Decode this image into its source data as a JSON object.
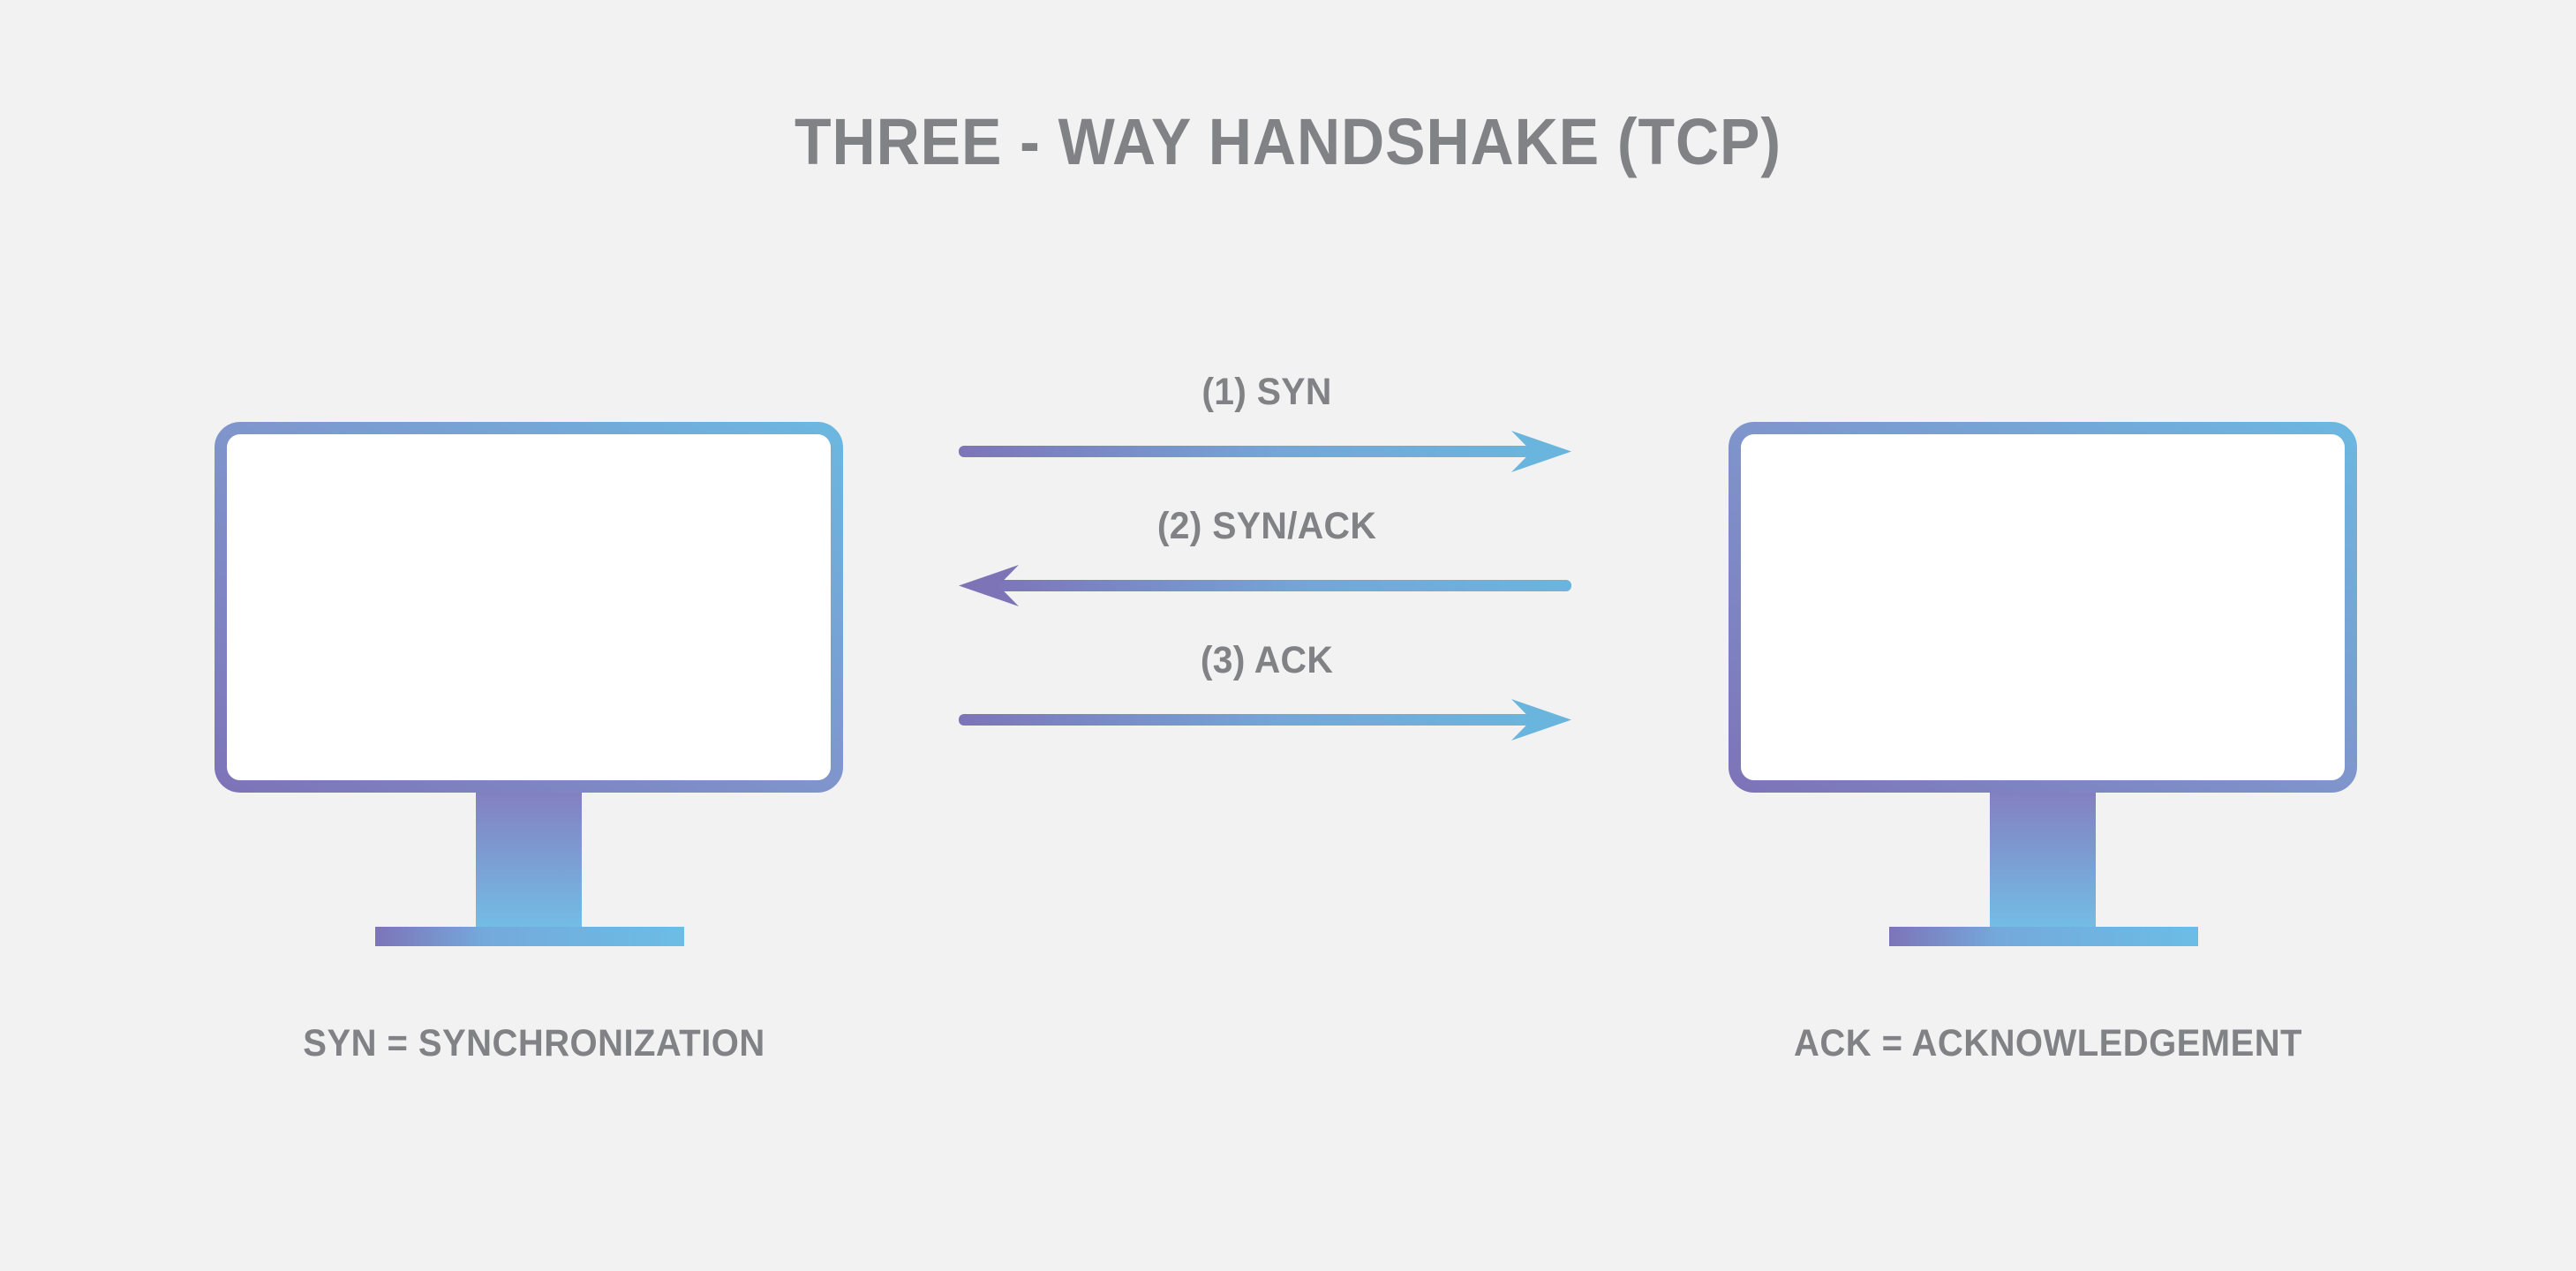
{
  "page": {
    "title": "THREE - WAY HANDSHAKE (TCP)",
    "background_color": "#f2f2f2",
    "text_color": "#808285"
  },
  "palette": {
    "gradient_start_purple": "#7d74b8",
    "gradient_end_blue": "#6bb7e0",
    "stand_top_purple": "#8579bd",
    "stand_bottom_blue": "#72c2e8",
    "screen_fill": "#ffffff"
  },
  "diagram": {
    "type": "sequence",
    "nodes": [
      {
        "id": "client",
        "icon": "monitor-icon",
        "caption": "SYN = SYNCHRONIZATION"
      },
      {
        "id": "server",
        "icon": "monitor-icon",
        "caption": "ACK = ACKNOWLEDGEMENT"
      }
    ],
    "messages": [
      {
        "step": 1,
        "label": "(1) SYN",
        "direction": "right",
        "from": "client",
        "to": "server"
      },
      {
        "step": 2,
        "label": "(2) SYN/ACK",
        "direction": "left",
        "from": "server",
        "to": "client"
      },
      {
        "step": 3,
        "label": "(3) ACK",
        "direction": "right",
        "from": "client",
        "to": "server"
      }
    ]
  }
}
